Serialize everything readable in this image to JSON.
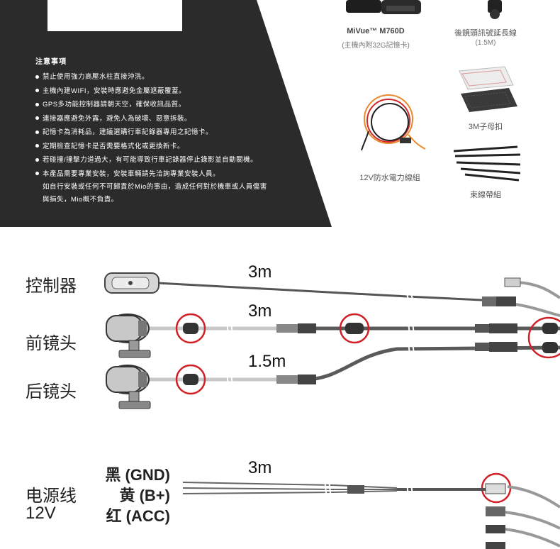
{
  "top": {
    "notice_title": "注意事項",
    "notices": [
      "禁止使用強力高壓水柱直接沖洗。",
      "主機內建WIFI，安裝時應避免金屬遮蔽覆蓋。",
      "GPS多功能控制器請朝天空，確保收訊品質。",
      "連接器應避免外露，避免人為破壞、惡意拆裝。",
      "記憶卡為消耗品，建議選購行車記錄器專用之記憶卡。",
      "定期檢查記憶卡是否需要格式化或更換新卡。",
      "若碰撞/撞擊力道過大，有可能導致行車記錄器停止錄影並自動關機。",
      "本產品需要專業安裝，安裝車輛請先洽詢專業安裝人員。"
    ],
    "notice_sub_1": "如自行安裝或任何不可歸責於Mio的事由，造成任何對於機車或人員傷害",
    "notice_sub_2": "與損失，Mio概不負責。",
    "items": {
      "main_unit_name": "MiVue™ M760D",
      "main_unit_note": "(主機內附32G記憶卡)",
      "ext_cable_name": "後鏡頭訊號延長線",
      "ext_cable_len": "(1.5M)",
      "velcro": "3M子母扣",
      "power_cable": "12V防水電力線組",
      "ties": "束線帶組"
    }
  },
  "diagram": {
    "controller_label": "控制器",
    "front_label": "前镜头",
    "rear_label": "后镜头",
    "power_label_1": "电源线",
    "power_label_2": "12V",
    "len_controller": "3m",
    "len_front": "3m",
    "len_rear": "1.5m",
    "len_power": "3m",
    "wire_black": "黑 (GND)",
    "wire_yellow": "黄 (B+)",
    "wire_red": "红 (ACC)"
  },
  "colors": {
    "dark_panel": "#2b2b2b",
    "highlight_ring": "#d21f26",
    "cable": "#5a5a5a"
  }
}
